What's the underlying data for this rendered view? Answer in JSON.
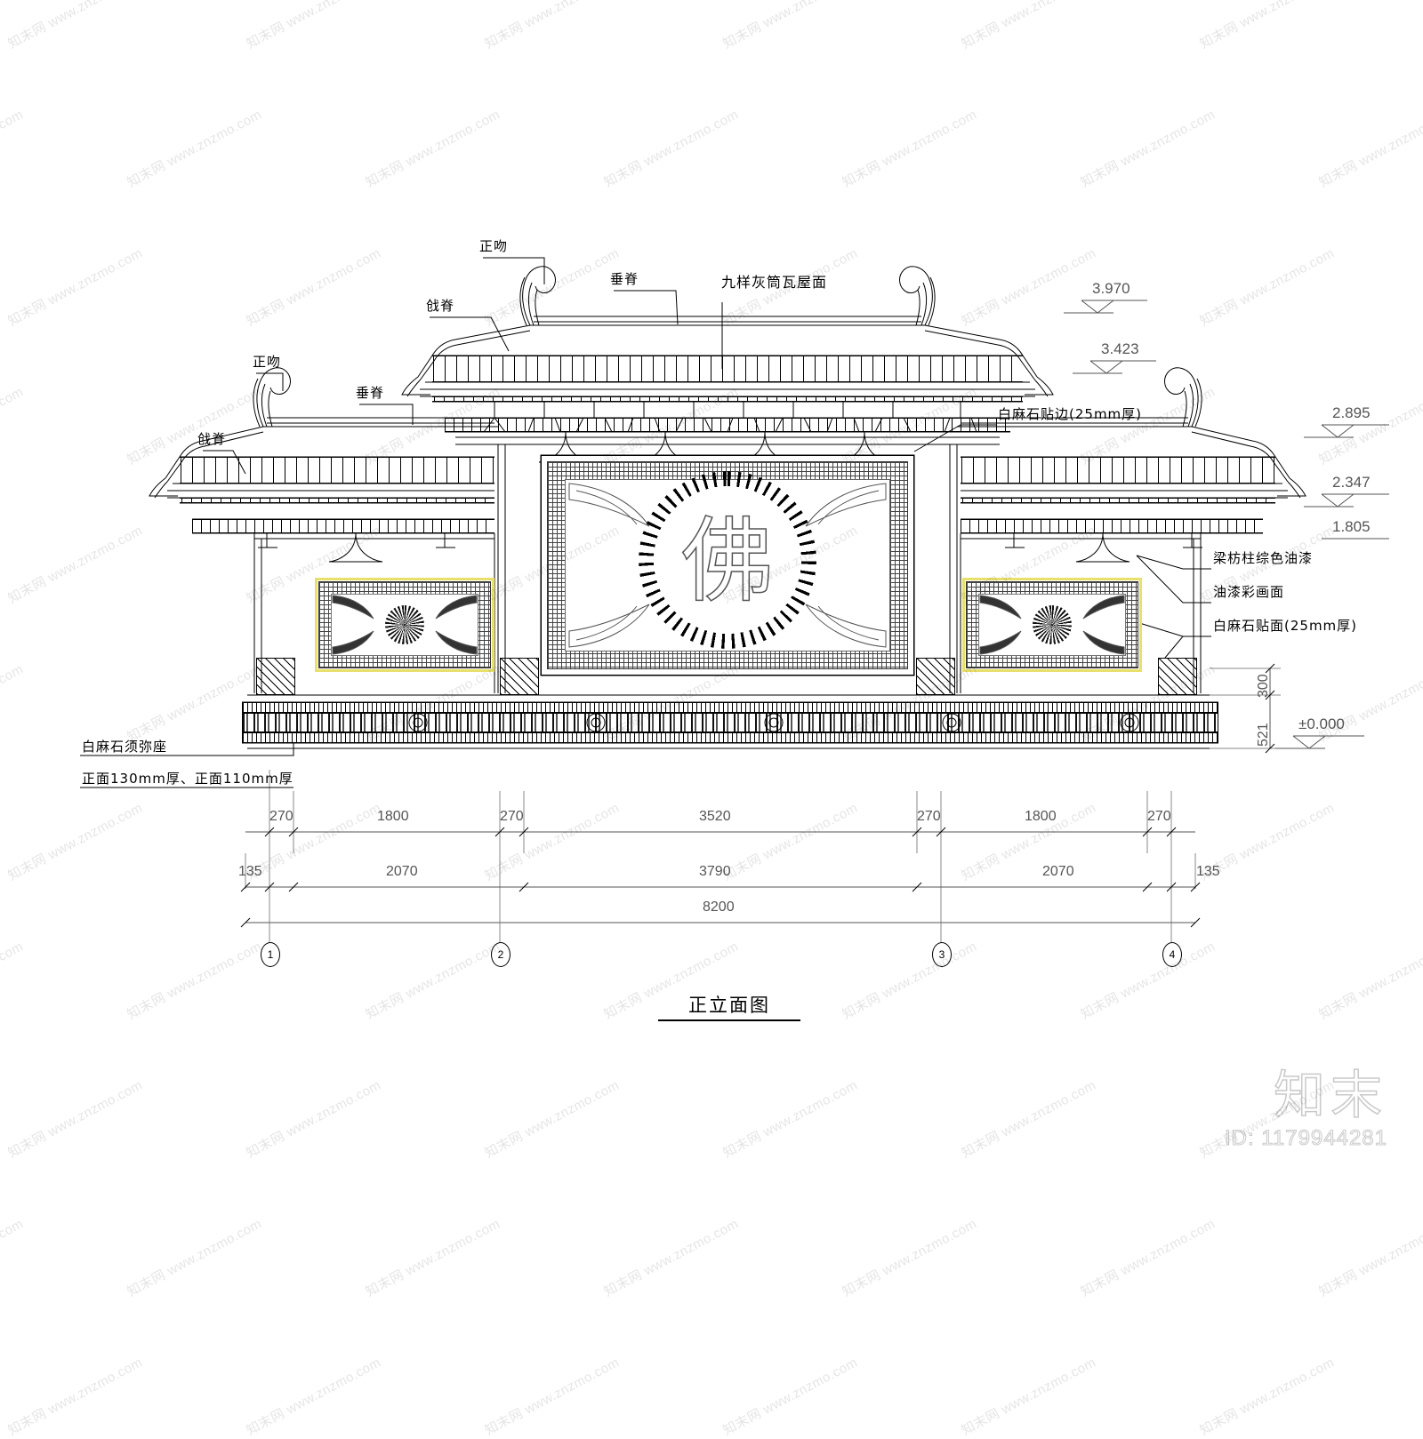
{
  "drawing": {
    "title": "正立面图",
    "type": "architectural-elevation",
    "subject": "中式影壁 / 照壁 正立面"
  },
  "annotations": {
    "roof_left": [
      {
        "id": "zhengwen-left",
        "label": "正吻"
      },
      {
        "id": "chuiji-left",
        "label": "垂脊"
      },
      {
        "id": "qiangji-left",
        "label": "戗脊"
      }
    ],
    "roof_center": [
      {
        "id": "zhengwen-center",
        "label": "正吻"
      },
      {
        "id": "chuiji-center",
        "label": "垂脊"
      },
      {
        "id": "qiangji-center",
        "label": "戗脊"
      },
      {
        "id": "roof-surface",
        "label": "九样灰筒瓦屋面"
      }
    ],
    "right_side": [
      {
        "id": "stone-edging",
        "label": "白麻石贴边(25mm厚)"
      },
      {
        "id": "beam-paint",
        "label": "梁枋柱综色油漆"
      },
      {
        "id": "color-painting",
        "label": "油漆彩画面"
      },
      {
        "id": "stone-facing",
        "label": "白麻石贴面(25mm厚)"
      }
    ],
    "bottom_left": [
      {
        "id": "stone-base",
        "label": "白麻石须弥座"
      },
      {
        "id": "stone-base-thickness",
        "label": "正面130mm厚、正面110mm厚"
      }
    ]
  },
  "elevations": [
    {
      "id": "el-3970",
      "value": "3.970"
    },
    {
      "id": "el-3423",
      "value": "3.423"
    },
    {
      "id": "el-2895",
      "value": "2.895"
    },
    {
      "id": "el-2347",
      "value": "2.347"
    },
    {
      "id": "el-1805",
      "value": "1.805"
    },
    {
      "id": "el-0000",
      "value": "±0.000"
    }
  ],
  "vertical_dimensions": [
    {
      "id": "vdim-300",
      "value": "300"
    },
    {
      "id": "vdim-521",
      "value": "521"
    }
  ],
  "dimension_chains": {
    "row1": [
      "270",
      "1800",
      "270",
      "3520",
      "270",
      "1800",
      "270"
    ],
    "row2_left_tail": "135",
    "row2": [
      "2070",
      "3790",
      "2070"
    ],
    "row2_right_tail": "135",
    "row3_total": "8200"
  },
  "grid_bubbles": [
    "1",
    "2",
    "3",
    "4"
  ],
  "panels": {
    "center_medallion_char": "佛"
  },
  "colors": {
    "ink": "#000000",
    "dim_gray": "#555555",
    "panel_border_yellow": "#e8e06a",
    "greek_key_gray": "#444444",
    "watermark_gray": "#c9c9c9"
  },
  "watermark": {
    "tile_text": "知末网 www.znzmo.com",
    "logo_cn": "知末",
    "logo_id": "ID: 1179944281"
  }
}
